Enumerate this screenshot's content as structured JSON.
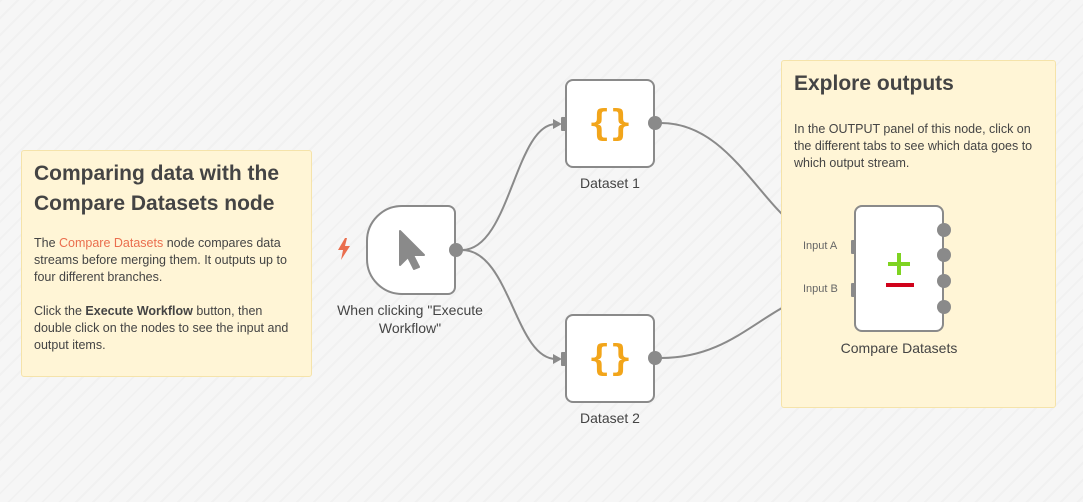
{
  "sticky_left": {
    "title": "Comparing data with the Compare Datasets node",
    "p1_before": "The ",
    "p1_highlight": "Compare Datasets",
    "p1_after": " node compares data streams before merging them. It outputs up to four different branches.",
    "p2_before": "Click the ",
    "p2_bold": "Execute Workflow",
    "p2_after": " button, then double click on the nodes to see the input and output items."
  },
  "sticky_right": {
    "title": "Explore outputs",
    "body": "In the OUTPUT panel of this node, click on the different tabs to see which data goes to which output stream."
  },
  "nodes": {
    "trigger": {
      "label": "When clicking \"Execute Workflow\"",
      "icon": "cursor-arrow-icon",
      "badge_icon": "lightning-bolt-icon"
    },
    "dataset1": {
      "label": "Dataset 1",
      "icon": "curly-braces-icon",
      "glyph": "{}"
    },
    "dataset2": {
      "label": "Dataset 2",
      "icon": "curly-braces-icon",
      "glyph": "{}"
    },
    "compare": {
      "label": "Compare Datasets",
      "icon": "plus-minus-icon",
      "input_a": "Input A",
      "input_b": "Input B",
      "output_count": 4
    }
  },
  "colors": {
    "sticky_bg": "#fff5d6",
    "highlight": "#ea6e4e",
    "braces": "#f2a51a",
    "plus": "#7ed321",
    "minus": "#d0021b",
    "edge": "#8a8a8a"
  }
}
